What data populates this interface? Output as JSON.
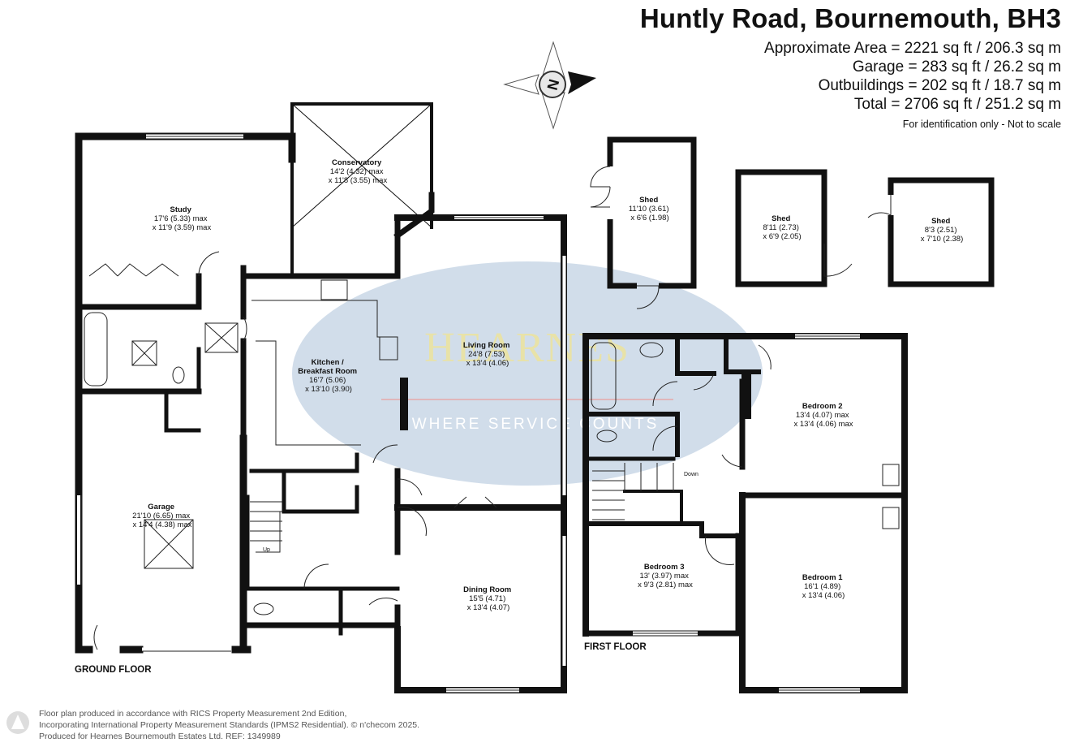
{
  "header": {
    "title": "Huntly Road, Bournemouth, BH3",
    "areas": [
      "Approximate Area = 2221 sq ft / 206.3 sq m",
      "Garage = 283 sq ft / 26.2 sq m",
      "Outbuildings = 202 sq ft / 18.7 sq m",
      "Total = 2706 sq ft / 251.2 sq m"
    ],
    "note": "For identification only - Not to scale"
  },
  "compass": {
    "label": "N"
  },
  "watermark": {
    "brand": "HEARNES",
    "tagline": "WHERE SERVICE COUNTS"
  },
  "floors": {
    "ground": "GROUND FLOOR",
    "first": "FIRST FLOOR"
  },
  "stairs": {
    "up": "Up",
    "down": "Down"
  },
  "rooms": {
    "study": {
      "name": "Study",
      "dim1": "17'6 (5.33) max",
      "dim2": "x 11'9 (3.59) max"
    },
    "conservatory": {
      "name": "Conservatory",
      "dim1": "14'2 (4.32) max",
      "dim2": "x 11'8 (3.55) max"
    },
    "kitchen": {
      "name": "Kitchen /",
      "name2": "Breakfast Room",
      "dim1": "16'7 (5.06)",
      "dim2": "x 13'10 (3.90)"
    },
    "living": {
      "name": "Living Room",
      "dim1": "24'8 (7.53)",
      "dim2": "x 13'4 (4.06)"
    },
    "garage": {
      "name": "Garage",
      "dim1": "21'10 (6.65) max",
      "dim2": "x 14'4 (4.38) max"
    },
    "dining": {
      "name": "Dining Room",
      "dim1": "15'5 (4.71)",
      "dim2": "x 13'4 (4.07)"
    },
    "shed1": {
      "name": "Shed",
      "dim1": "11'10 (3.61)",
      "dim2": "x 6'6 (1.98)"
    },
    "shed2": {
      "name": "Shed",
      "dim1": "8'11 (2.73)",
      "dim2": "x 6'9 (2.05)"
    },
    "shed3": {
      "name": "Shed",
      "dim1": "8'3 (2.51)",
      "dim2": "x 7'10 (2.38)"
    },
    "bed2": {
      "name": "Bedroom 2",
      "dim1": "13'4 (4.07) max",
      "dim2": "x 13'4 (4.06) max"
    },
    "bed3": {
      "name": "Bedroom 3",
      "dim1": "13' (3.97) max",
      "dim2": "x 9'3 (2.81) max"
    },
    "bed1": {
      "name": "Bedroom 1",
      "dim1": "16'1 (4.89)",
      "dim2": "x 13'4 (4.06)"
    }
  },
  "footer": {
    "line1": "Floor plan produced in accordance with RICS Property Measurement 2nd Edition,",
    "line2": "Incorporating International Property Measurement Standards (IPMS2 Residential).  © n'checom 2025.",
    "line3": "Produced for Hearnes Bournemouth Estates Ltd.   REF:   1349989"
  },
  "colors": {
    "wall": "#111111",
    "watermark_fill": "#c9d7e6",
    "watermark_text": "#e8e2a8"
  }
}
